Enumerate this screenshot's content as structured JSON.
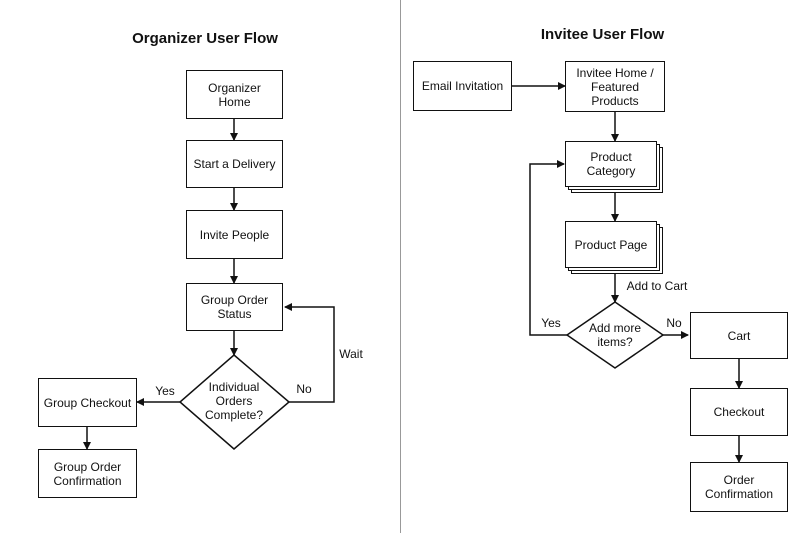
{
  "organizer": {
    "title": "Organizer User Flow",
    "home": "Organizer Home",
    "start_delivery": "Start a Delivery",
    "invite_people": "Invite People",
    "group_order_status": "Group Order\nStatus",
    "decision": "Individual\nOrders\nComplete?",
    "group_checkout": "Group Checkout",
    "group_order_confirmation": "Group Order\nConfirmation",
    "yes_label": "Yes",
    "no_label": "No",
    "wait_label": "Wait"
  },
  "invitee": {
    "title": "Invitee User Flow",
    "email_invitation": "Email Invitation",
    "invitee_home": "Invitee Home /\nFeatured\nProducts",
    "product_category": "Product\nCategory",
    "product_page": "Product Page",
    "add_to_cart_label": "Add to Cart",
    "decision": "Add more\nitems?",
    "yes_label": "Yes",
    "no_label": "No",
    "cart": "Cart",
    "checkout": "Checkout",
    "order_confirmation": "Order\nConfirmation"
  }
}
